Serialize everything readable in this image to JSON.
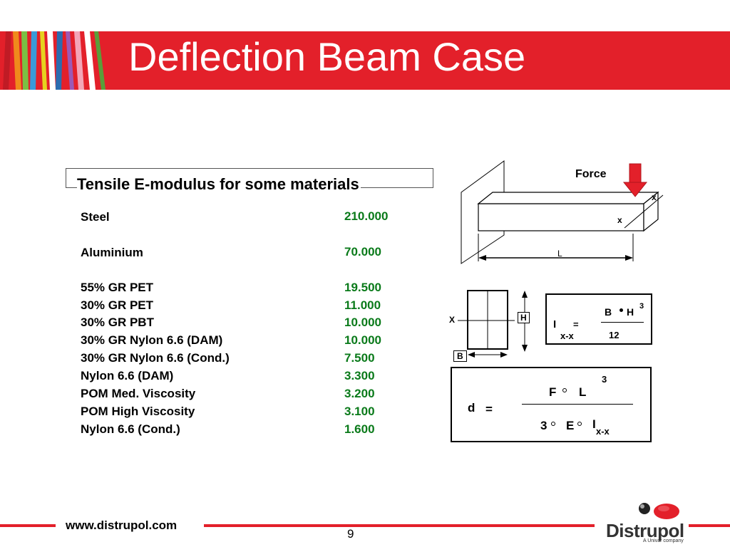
{
  "header": {
    "title": "Deflection Beam Case"
  },
  "table": {
    "heading": "Tensile E-modulus for some materials",
    "rows": [
      {
        "name": "Steel",
        "value": "210.000"
      },
      {
        "name": "Aluminium",
        "value": "70.000"
      },
      {
        "name": "55% GR PET",
        "value": "19.500"
      },
      {
        "name": "30% GR PET",
        "value": "11.000"
      },
      {
        "name": "30% GR PBT",
        "value": "10.000"
      },
      {
        "name": "30%  GR Nylon 6.6 (DAM)",
        "value": "10.000"
      },
      {
        "name": "30% GR Nylon 6.6 (Cond.)",
        "value": "7.500"
      },
      {
        "name": "Nylon 6.6 (DAM)",
        "value": "3.300"
      },
      {
        "name": "POM Med. Viscosity",
        "value": "3.200"
      },
      {
        "name": "POM High Viscosity",
        "value": "3.100"
      },
      {
        "name": "Nylon 6.6 (Cond.)",
        "value": "1.600"
      }
    ]
  },
  "beam_diagram": {
    "force_label": "Force",
    "x_label": "x",
    "x_label_2": "x",
    "length_label": "L"
  },
  "cross_section": {
    "x_label": "X",
    "h_label": "H",
    "b_label": "B"
  },
  "inertia_formula": {
    "lhs": "I",
    "lhs_sub": "x-x",
    "equals": "=",
    "numerator": "B",
    "numerator_2": "H",
    "exponent": "3",
    "denominator": "12"
  },
  "deflection_formula": {
    "lhs": "d",
    "equals": "=",
    "num_f": "F",
    "num_l": "L",
    "exponent": "3",
    "den_3": "3",
    "den_e": "E",
    "den_i": "I",
    "den_sub": "x-x"
  },
  "footer": {
    "url": "www.distrupol.com",
    "page_number": "9",
    "logo_text": "Distrupol",
    "logo_subtext": "A Univar company"
  },
  "colors": {
    "brand_red": "#e3202a",
    "value_green": "#0a7a1a"
  }
}
